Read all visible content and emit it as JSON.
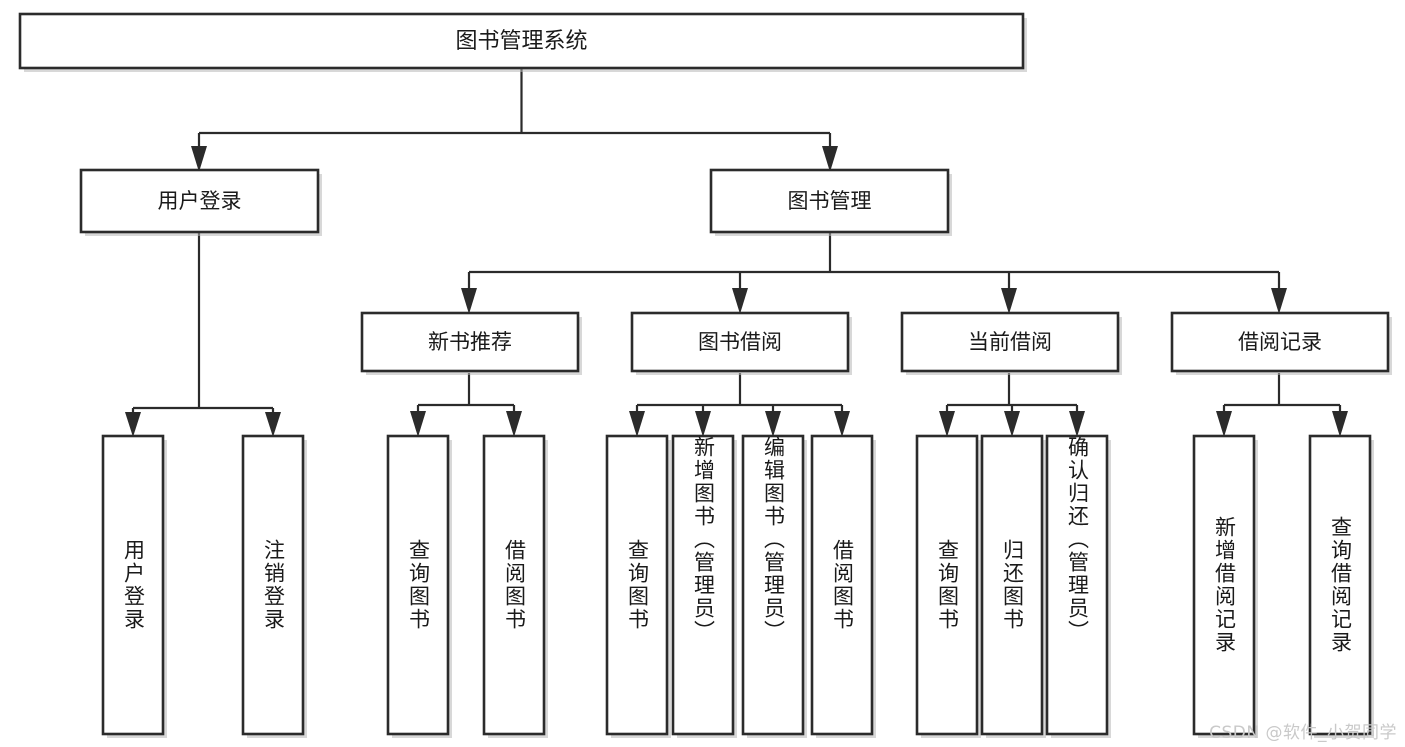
{
  "diagram": {
    "type": "tree-hierarchy",
    "title": "图书管理系统",
    "watermark": "CSDN @软件_小贺同学",
    "colors": {
      "box_stroke": "#2b2b2b",
      "box_fill": "#ffffff",
      "text": "#1a1a1a",
      "connector": "#2b2b2b",
      "watermark": "#c9c9c9",
      "background": "#ffffff"
    },
    "root": {
      "label": "图书管理系统"
    },
    "level2": [
      {
        "label": "用户登录"
      },
      {
        "label": "图书管理"
      }
    ],
    "level3": [
      {
        "label": "新书推荐"
      },
      {
        "label": "图书借阅"
      },
      {
        "label": "当前借阅"
      },
      {
        "label": "借阅记录"
      }
    ],
    "leaves": {
      "user_login": [
        {
          "label": "用户登录"
        },
        {
          "label": "注销登录"
        }
      ],
      "new_book_recommend": [
        {
          "label": "查询图书"
        },
        {
          "label": "借阅图书"
        }
      ],
      "book_borrow": [
        {
          "label": "查询图书"
        },
        {
          "label": "新增图书（管理员）"
        },
        {
          "label": "编辑图书（管理员）"
        },
        {
          "label": "借阅图书"
        }
      ],
      "current_borrow": [
        {
          "label": "查询图书"
        },
        {
          "label": "归还图书"
        },
        {
          "label": "确认归还（管理员）"
        }
      ],
      "borrow_record": [
        {
          "label": "新增借阅记录"
        },
        {
          "label": "查询借阅记录"
        }
      ]
    }
  }
}
